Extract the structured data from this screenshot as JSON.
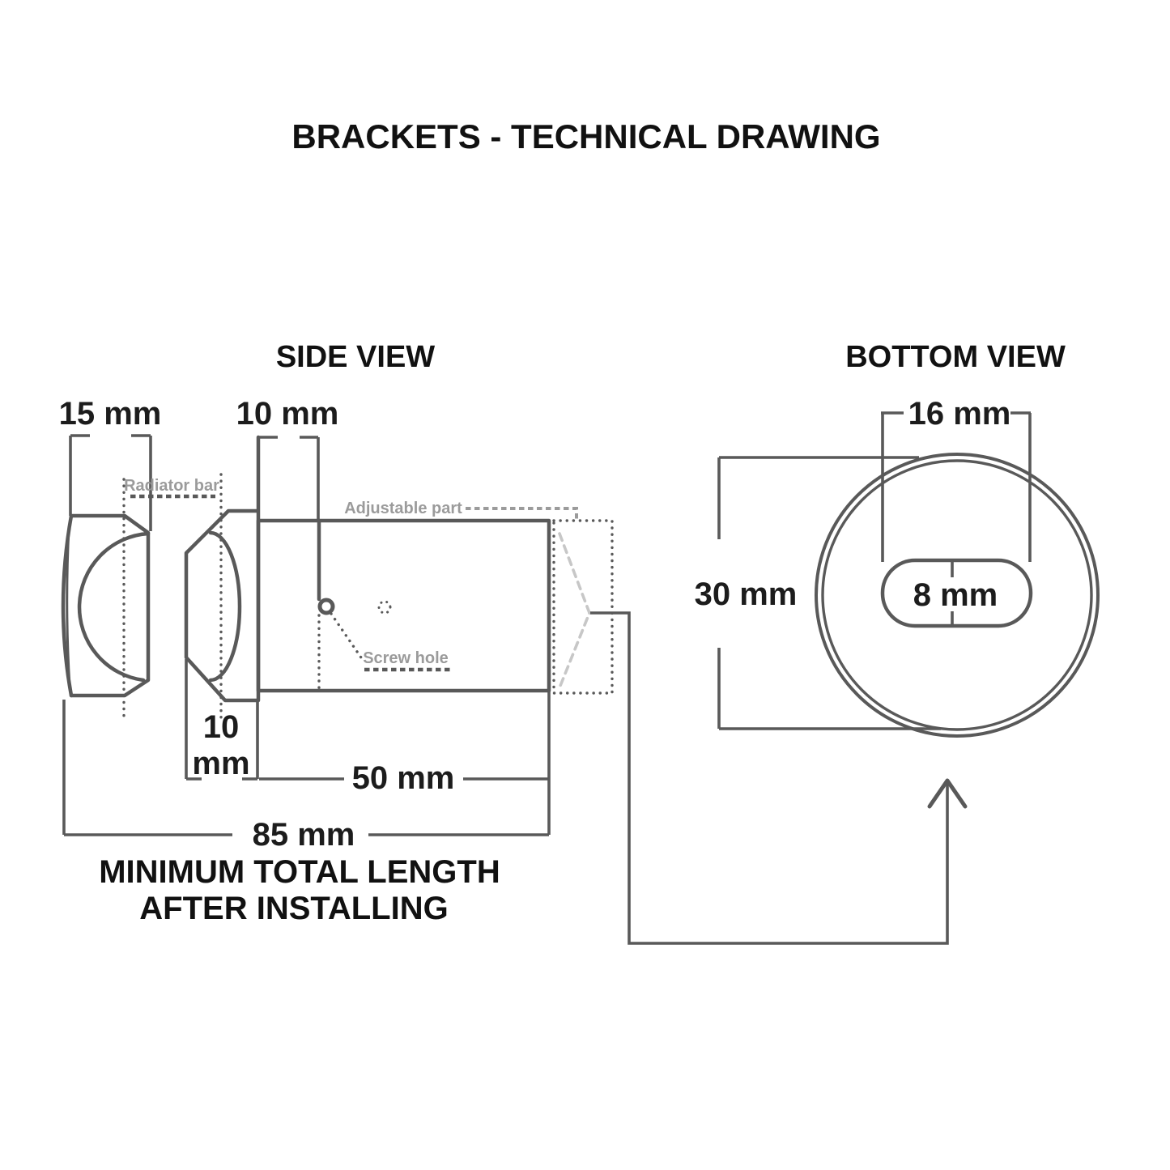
{
  "title": "BRACKETS - TECHNICAL DRAWING",
  "colors": {
    "background": "#ffffff",
    "drawing_line": "#595959",
    "dimension_text": "#1c1c1c",
    "annotation_label": "#9b9b9b",
    "ghost_outline": "#c7c7c7"
  },
  "side_view": {
    "heading": "SIDE VIEW",
    "dimensions": {
      "hook_cap_width": "15 mm",
      "screw_offset_top": "10 mm",
      "jaw_thickness_value": "10",
      "jaw_thickness_unit": "mm",
      "body_length": "50 mm",
      "total_length": "85 mm"
    },
    "note_line1": "MINIMUM TOTAL LENGTH",
    "note_line2": "AFTER INSTALLING",
    "annotations": {
      "radiator_bar": "Radiator bar",
      "adjustable_part": "Adjustable part",
      "screw_hole": "Screw hole"
    }
  },
  "bottom_view": {
    "heading": "BOTTOM VIEW",
    "dimensions": {
      "slot_width": "16 mm",
      "outer_diameter": "30 mm",
      "slot_height": "8 mm"
    }
  }
}
